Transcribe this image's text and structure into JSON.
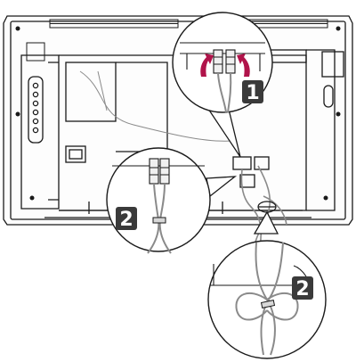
{
  "diagram": {
    "step_labels": [
      "1",
      "2",
      "2"
    ]
  },
  "colors": {
    "outline": "#1a1a1a",
    "cable": "#8a8a8a",
    "arrow_accent": "#b0134a",
    "badge_fill": "#3a3a3a",
    "background": "#ffffff"
  }
}
